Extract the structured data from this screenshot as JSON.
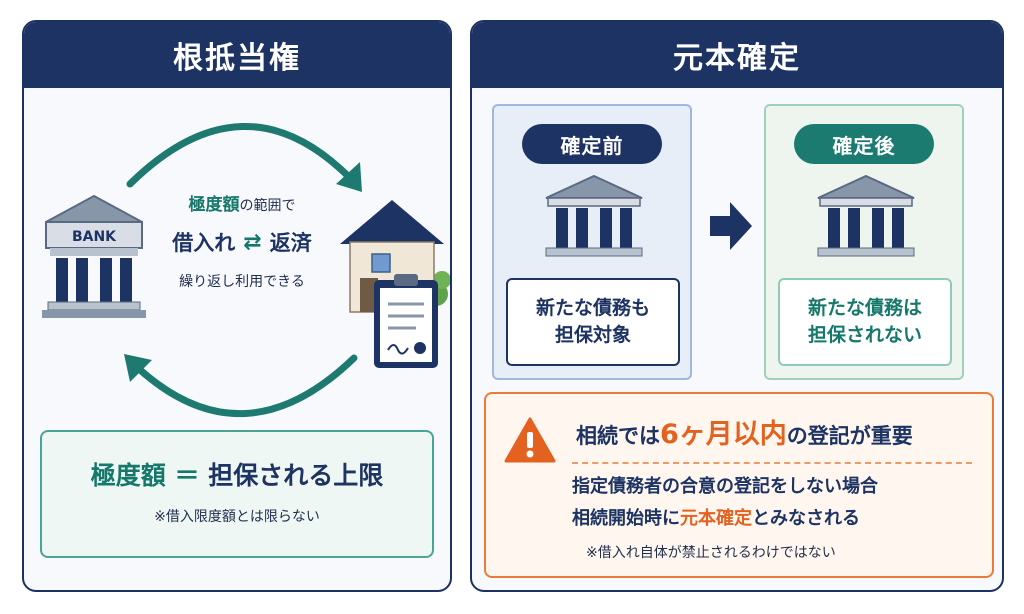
{
  "left_panel": {
    "title": "根抵当権",
    "bank_label": "BANK",
    "limit_term": "極度額",
    "limit_suffix": "の範囲で",
    "borrow": "借入れ",
    "repay": "返済",
    "reuse": "繰り返し利用できる",
    "definition": {
      "term": "極度額",
      "equals": " ＝ ",
      "meaning": "担保される上限",
      "note": "※借入限度額とは限らない"
    }
  },
  "right_panel": {
    "title": "元本確定",
    "before": {
      "label": "確定前",
      "line1": "新たな債務も",
      "line2": "担保対象"
    },
    "after": {
      "label": "確定後",
      "line1": "新たな債務は",
      "line2": "担保されない"
    },
    "warning": {
      "title_prefix": "相続では",
      "title_highlight": "6ヶ月以内",
      "title_suffix": "の登記が重要",
      "line1": "指定債務者の合意の登記をしない場合",
      "line2_prefix": "相続開始時に",
      "line2_highlight": "元本確定",
      "line2_suffix": "とみなされる",
      "note": "※借入れ自体が禁止されるわけではない"
    }
  },
  "colors": {
    "navy": "#1d3363",
    "teal": "#16786b",
    "orange": "#e4621f"
  },
  "icons": [
    "bank-icon",
    "house-icon",
    "clipboard-icon",
    "swap-arrows-icon",
    "cycle-arrow-icon",
    "right-arrow-icon",
    "warning-icon"
  ]
}
